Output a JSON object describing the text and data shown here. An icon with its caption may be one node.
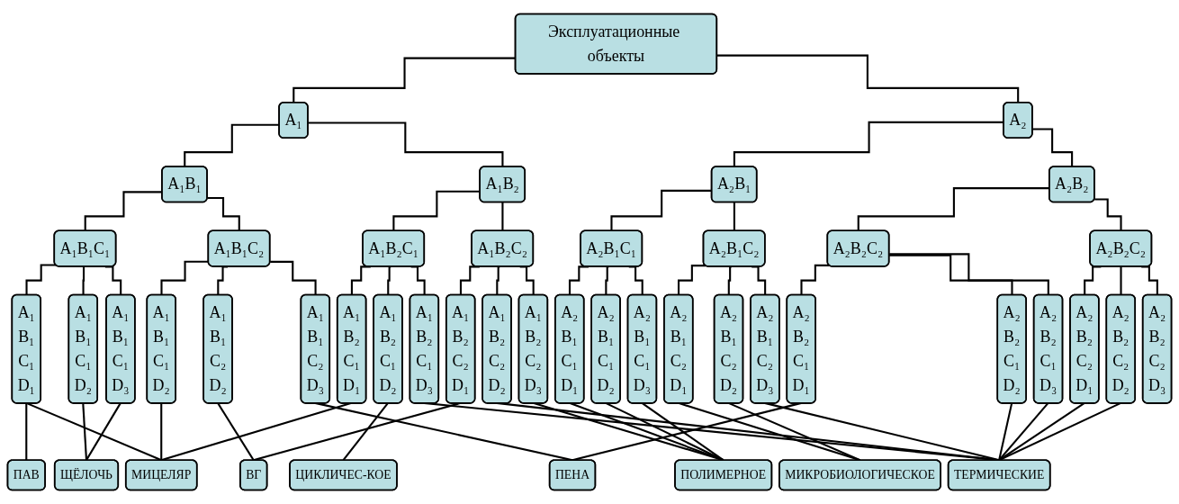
{
  "diagram": {
    "nodes": [
      {
        "text": [
          "Эксплуатационные объекты"
        ]
      },
      {
        "text": [
          "A₁"
        ]
      },
      {
        "text": [
          "A₂"
        ]
      },
      {
        "text": [
          "A₁B₁"
        ]
      },
      {
        "text": [
          "A₁B₂"
        ]
      },
      {
        "text": [
          "A₂B₁"
        ]
      },
      {
        "text": [
          "A₂B₂"
        ]
      },
      {
        "text": [
          "A₁B₁C₁"
        ]
      },
      {
        "text": [
          "A₁B₁C₂"
        ]
      },
      {
        "text": [
          "A₁B₂C₁"
        ]
      },
      {
        "text": [
          "A₁B₂C₂"
        ]
      },
      {
        "text": [
          "A₂B₁C₁"
        ]
      },
      {
        "text": [
          "A₂B₁C₂"
        ]
      },
      {
        "text": [
          "A₂B₂C₂"
        ]
      },
      {
        "text": [
          "A₂B₂C₂"
        ]
      },
      {
        "text": [
          "A₁ B₁ C₁ D₁"
        ]
      },
      {
        "text": [
          "A₁ B₁ C₁ D₂"
        ]
      },
      {
        "text": [
          "A₁ B₁ C₁ D₃"
        ]
      },
      {
        "text": [
          "A₁ B₁ C₁ D₂"
        ]
      },
      {
        "text": [
          "A₁ B₁ C₂ D₂"
        ]
      },
      {
        "text": [
          "A₁ B₁ C₂ D₃"
        ]
      },
      {
        "text": [
          "A₁ B₂ C₁ D₁"
        ]
      },
      {
        "text": [
          "A₁ B₂ C₁ D₂"
        ]
      },
      {
        "text": [
          "A₁ B₂ C₁ D₃"
        ]
      },
      {
        "text": [
          "A₁ B₂ C₂ D₁"
        ]
      },
      {
        "text": [
          "A₁ B₂ C₂ D₂"
        ]
      },
      {
        "text": [
          "A₁ B₂ C₂ D₃"
        ]
      },
      {
        "text": [
          "A₂ B₁ C₁ D₁"
        ]
      },
      {
        "text": [
          "A₂ B₁ C₁ D₂"
        ]
      },
      {
        "text": [
          "A₂ B₁ C₁ D₃"
        ]
      },
      {
        "text": [
          "A₂ B₁ C₂ D₁"
        ]
      },
      {
        "text": [
          "A₂ B₁ C₂ D₂"
        ]
      },
      {
        "text": [
          "A₂ B₁ C₂ D₃"
        ]
      },
      {
        "text": [
          "A₂ B₂ C₁ D₁"
        ]
      },
      {
        "text": [
          "A₂ B₂ C₁ D₂"
        ]
      },
      {
        "text": [
          "A₂ B₂ C₁ D₃"
        ]
      },
      {
        "text": [
          "A₂ B₂ C₂ D₁"
        ]
      },
      {
        "text": [
          "A₂ B₂ C₂ D₂"
        ]
      },
      {
        "text": [
          "A₂ B₂ C₂ D₃"
        ]
      },
      {
        "text": [
          "ПАВ"
        ]
      },
      {
        "text": [
          "ЩЁЛОЧЬ"
        ]
      },
      {
        "text": [
          "МИЦЕЛЯР"
        ]
      },
      {
        "text": [
          "ВГ"
        ]
      },
      {
        "text": [
          "ЦИКЛИЧЕС-КОЕ"
        ]
      },
      {
        "text": [
          "ПОЛИМЕРНОЕ"
        ]
      },
      {
        "text": [
          "МИКРОБИОЛОГИЧЕСКОЕ"
        ]
      },
      {
        "text": [
          "ПЕНА"
        ]
      },
      {
        "text": [
          "ТЕРМИЧЕСКИЕ"
        ]
      }
    ],
    "edges": [
      {
        "from": 0,
        "to": 1,
        "arrow": "none"
      },
      {
        "from": 0,
        "to": 2,
        "arrow": "none"
      },
      {
        "from": 1,
        "to": 3,
        "arrow": "none"
      },
      {
        "from": 1,
        "to": 4,
        "arrow": "none"
      },
      {
        "from": 2,
        "to": 5,
        "arrow": "none"
      },
      {
        "from": 2,
        "to": 6,
        "arrow": "none"
      },
      {
        "from": 3,
        "to": 7,
        "arrow": "none"
      },
      {
        "from": 3,
        "to": 8,
        "arrow": "none"
      },
      {
        "from": 4,
        "to": 9,
        "arrow": "none"
      },
      {
        "from": 4,
        "to": 10,
        "arrow": "none"
      },
      {
        "from": 5,
        "to": 11,
        "arrow": "none"
      },
      {
        "from": 5,
        "to": 12,
        "arrow": "none"
      },
      {
        "from": 6,
        "to": 13,
        "arrow": "none"
      },
      {
        "from": 6,
        "to": 14,
        "arrow": "none"
      },
      {
        "from": 7,
        "to": 15,
        "arrow": "none"
      },
      {
        "from": 7,
        "to": 16,
        "arrow": "none"
      },
      {
        "from": 7,
        "to": 17,
        "arrow": "none"
      },
      {
        "from": 8,
        "to": 18,
        "arrow": "none"
      },
      {
        "from": 8,
        "to": 19,
        "arrow": "none"
      },
      {
        "from": 8,
        "to": 20,
        "arrow": "none"
      },
      {
        "from": 9,
        "to": 21,
        "arrow": "none"
      },
      {
        "from": 9,
        "to": 22,
        "arrow": "none"
      },
      {
        "from": 9,
        "to": 23,
        "arrow": "none"
      },
      {
        "from": 10,
        "to": 24,
        "arrow": "none"
      },
      {
        "from": 10,
        "to": 25,
        "arrow": "none"
      },
      {
        "from": 10,
        "to": 26,
        "arrow": "none"
      },
      {
        "from": 11,
        "to": 27,
        "arrow": "none"
      },
      {
        "from": 11,
        "to": 28,
        "arrow": "none"
      },
      {
        "from": 11,
        "to": 29,
        "arrow": "none"
      },
      {
        "from": 12,
        "to": 30,
        "arrow": "none"
      },
      {
        "from": 12,
        "to": 31,
        "arrow": "none"
      },
      {
        "from": 12,
        "to": 32,
        "arrow": "none"
      },
      {
        "from": 13,
        "to": 33,
        "arrow": "none"
      },
      {
        "from": 13,
        "to": 34,
        "arrow": "none"
      },
      {
        "from": 13,
        "to": 35,
        "arrow": "none"
      },
      {
        "from": 14,
        "to": 36,
        "arrow": "none"
      },
      {
        "from": 14,
        "to": 37,
        "arrow": "none"
      },
      {
        "from": 14,
        "to": 38,
        "arrow": "none"
      },
      {
        "from": 15,
        "to": 39,
        "arrow": "none"
      },
      {
        "from": 15,
        "to": 41,
        "arrow": "none"
      },
      {
        "from": 16,
        "to": 40,
        "arrow": "none"
      },
      {
        "from": 17,
        "to": 40,
        "arrow": "none"
      },
      {
        "from": 18,
        "to": 41,
        "arrow": "none"
      },
      {
        "from": 19,
        "to": 42,
        "arrow": "none"
      },
      {
        "from": 20,
        "to": 46,
        "arrow": "none"
      },
      {
        "from": 21,
        "to": 41,
        "arrow": "none"
      },
      {
        "from": 22,
        "to": 43,
        "arrow": "none"
      },
      {
        "from": 23,
        "to": 47,
        "arrow": "none"
      },
      {
        "from": 24,
        "to": 42,
        "arrow": "none"
      },
      {
        "from": 25,
        "to": 47,
        "arrow": "none"
      },
      {
        "from": 26,
        "to": 44,
        "arrow": "none"
      },
      {
        "from": 27,
        "to": 44,
        "arrow": "none"
      },
      {
        "from": 28,
        "to": 44,
        "arrow": "none"
      },
      {
        "from": 29,
        "to": 44,
        "arrow": "none"
      },
      {
        "from": 30,
        "to": 45,
        "arrow": "none"
      },
      {
        "from": 31,
        "to": 45,
        "arrow": "none"
      },
      {
        "from": 32,
        "to": 47,
        "arrow": "none"
      },
      {
        "from": 33,
        "to": 46,
        "arrow": "none"
      },
      {
        "from": 34,
        "to": 47,
        "arrow": "none"
      },
      {
        "from": 35,
        "to": 47,
        "arrow": "none"
      },
      {
        "from": 36,
        "to": 47,
        "arrow": "none"
      },
      {
        "from": 37,
        "to": 47,
        "arrow": "none"
      }
    ]
  }
}
